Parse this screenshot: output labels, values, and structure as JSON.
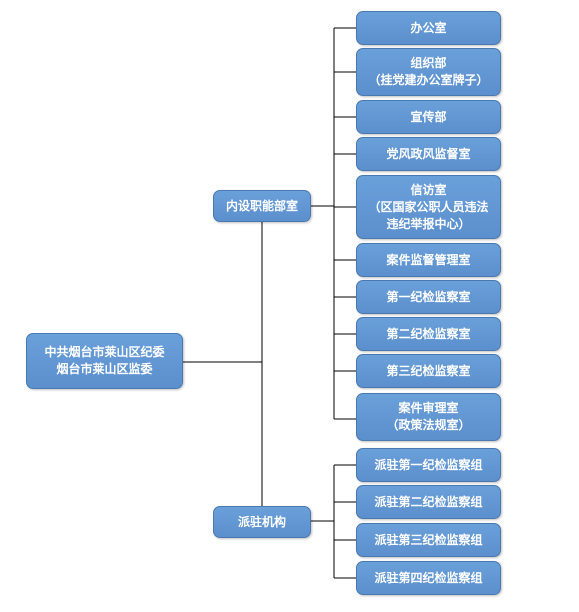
{
  "root": {
    "lines": [
      "中共烟台市莱山区纪委",
      "烟台市莱山区监委"
    ]
  },
  "branches": [
    {
      "label": "内设职能部室",
      "children": [
        {
          "lines": [
            "办公室"
          ]
        },
        {
          "lines": [
            "组织部",
            "（挂党建办公室牌子）"
          ]
        },
        {
          "lines": [
            "宣传部"
          ]
        },
        {
          "lines": [
            "党风政风监督室"
          ]
        },
        {
          "lines": [
            "信访室",
            "（区国家公职人员违法",
            "违纪举报中心）"
          ]
        },
        {
          "lines": [
            "案件监督管理室"
          ]
        },
        {
          "lines": [
            "第一纪检监察室"
          ]
        },
        {
          "lines": [
            "第二纪检监察室"
          ]
        },
        {
          "lines": [
            "第三纪检监察室"
          ]
        },
        {
          "lines": [
            "案件审理室",
            "（政策法规室）"
          ]
        }
      ]
    },
    {
      "label": "派驻机构",
      "children": [
        {
          "lines": [
            "派驻第一纪检监察组"
          ]
        },
        {
          "lines": [
            "派驻第二纪检监察组"
          ]
        },
        {
          "lines": [
            "派驻第三纪检监察组"
          ]
        },
        {
          "lines": [
            "派驻第四纪检监察组"
          ]
        }
      ]
    }
  ]
}
